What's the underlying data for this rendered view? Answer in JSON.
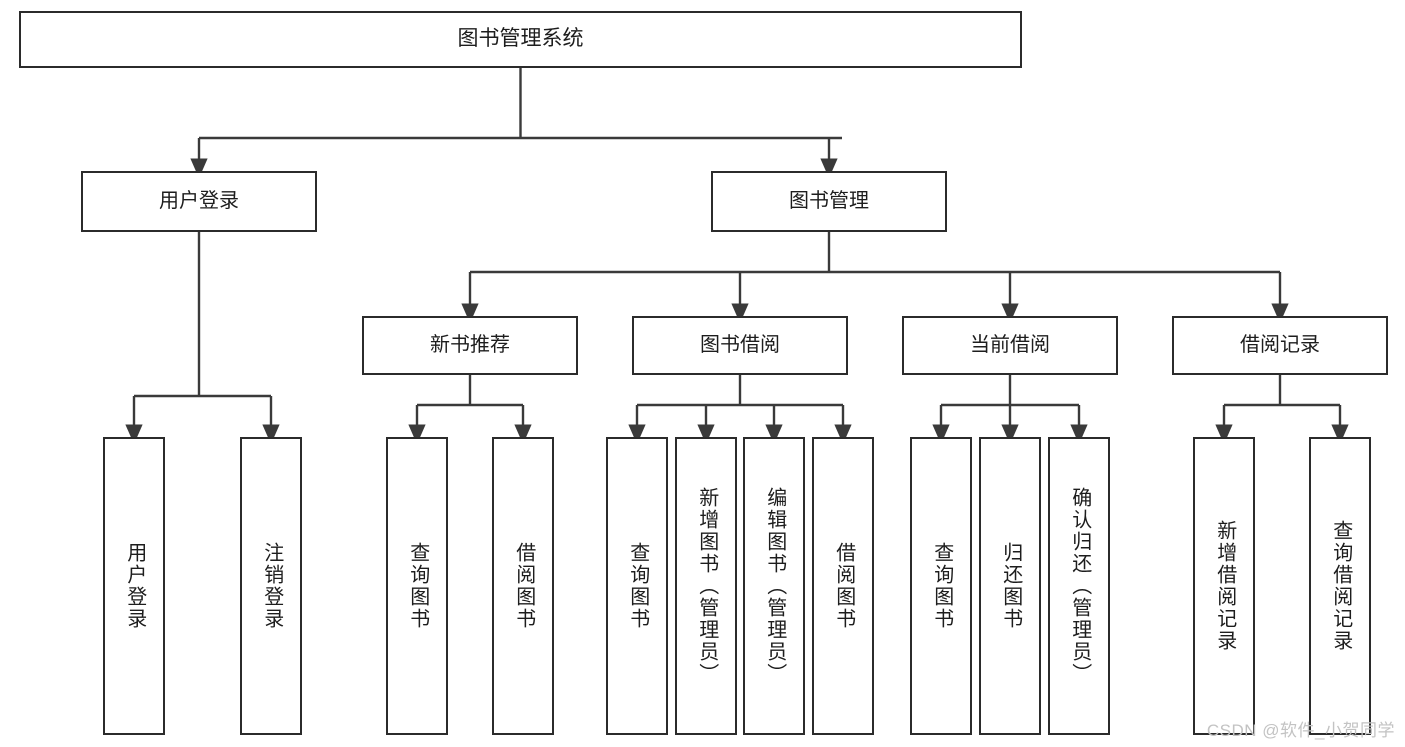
{
  "diagram": {
    "type": "tree-hierarchy",
    "title": "图书管理系统",
    "watermark": "CSDN @软件_小贺同学",
    "colors": {
      "box_border": "#2b2b2b",
      "box_fill": "#ffffff",
      "edge": "#3a3a3a",
      "text": "#1d1d1d",
      "watermark": "#c3c3c3",
      "background": "#ffffff"
    },
    "nodes": {
      "root": {
        "label": "图书管理系统"
      },
      "level2": [
        {
          "id": "user-login",
          "label": "用户登录"
        },
        {
          "id": "book-manage",
          "label": "图书管理"
        }
      ],
      "level3": [
        {
          "id": "new-book-recommend",
          "label": "新书推荐"
        },
        {
          "id": "book-borrow",
          "label": "图书借阅"
        },
        {
          "id": "current-borrow",
          "label": "当前借阅"
        },
        {
          "id": "borrow-record",
          "label": "借阅记录"
        }
      ],
      "leaves": {
        "user-login": [
          {
            "id": "leaf-user-login",
            "label": "用户登录"
          },
          {
            "id": "leaf-logout-login",
            "label": "注销登录"
          }
        ],
        "new-book-recommend": [
          {
            "id": "leaf-query-book-1",
            "label": "查询图书"
          },
          {
            "id": "leaf-borrow-book-1",
            "label": "借阅图书"
          }
        ],
        "book-borrow": [
          {
            "id": "leaf-query-book-2",
            "label": "查询图书"
          },
          {
            "id": "leaf-add-book",
            "label": "新增图书（管理员）"
          },
          {
            "id": "leaf-edit-book",
            "label": "编辑图书（管理员）"
          },
          {
            "id": "leaf-borrow-book-2",
            "label": "借阅图书"
          }
        ],
        "current-borrow": [
          {
            "id": "leaf-query-book-3",
            "label": "查询图书"
          },
          {
            "id": "leaf-return-book",
            "label": "归还图书"
          },
          {
            "id": "leaf-confirm-return",
            "label": "确认归还（管理员）"
          }
        ],
        "borrow-record": [
          {
            "id": "leaf-add-record",
            "label": "新增借阅记录"
          },
          {
            "id": "leaf-query-record",
            "label": "查询借阅记录"
          }
        ]
      }
    }
  }
}
